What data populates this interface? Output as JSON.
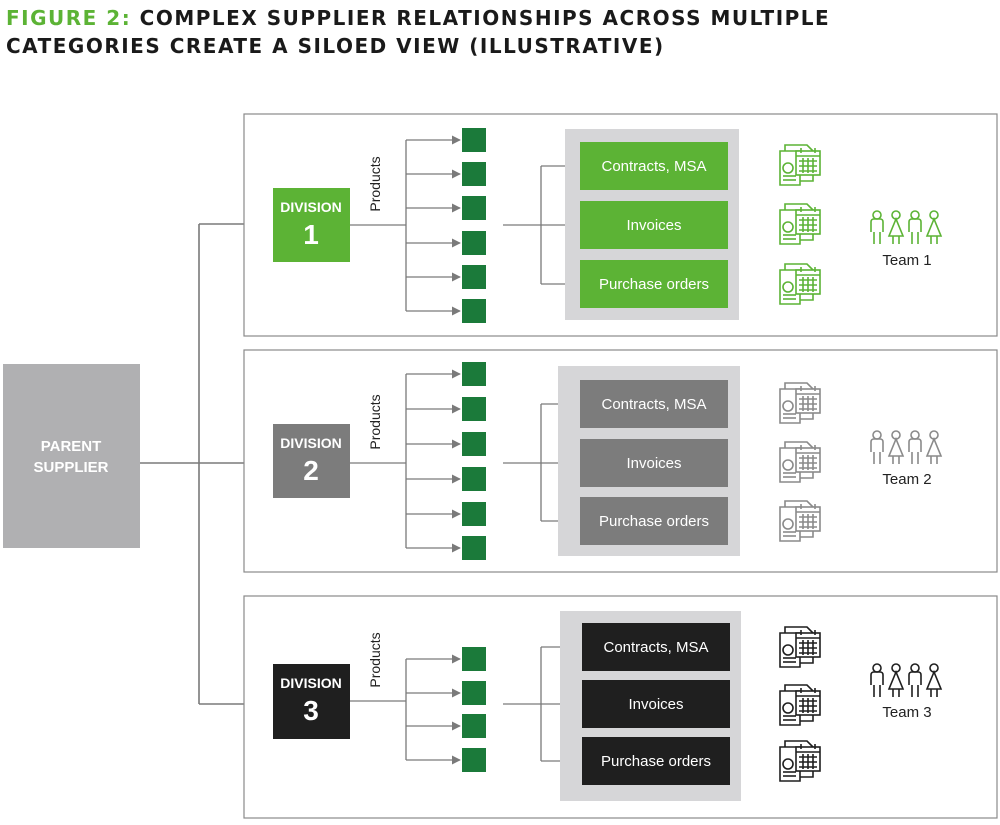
{
  "title": {
    "figure_label": "FIGURE 2:",
    "line1": "COMPLEX SUPPLIER RELATIONSHIPS ACROSS MULTIPLE",
    "line2": "CATEGORIES CREATE A SILOED VIEW (ILLUSTRATIVE)"
  },
  "parent": {
    "line1": "PARENT",
    "line2": "SUPPLIER"
  },
  "colors": {
    "accent_green": "#5cb335",
    "product_green": "#1b7a3a",
    "gray": "#7c7c7c",
    "dark": "#1f1f1f",
    "parent_gray": "#b0b0b2",
    "panel_gray": "#d6d6d8"
  },
  "divisions": [
    {
      "label": "DIVISION",
      "number": "1",
      "products_label": "Products",
      "docs": [
        "Contracts, MSA",
        "Invoices",
        "Purchase orders"
      ],
      "team": "Team 1",
      "icon": "contract-calendar-icon",
      "people_icon": "team-people-icon"
    },
    {
      "label": "DIVISION",
      "number": "2",
      "products_label": "Products",
      "docs": [
        "Contracts, MSA",
        "Invoices",
        "Purchase orders"
      ],
      "team": "Team 2",
      "icon": "contract-calendar-icon",
      "people_icon": "team-people-icon"
    },
    {
      "label": "DIVISION",
      "number": "3",
      "products_label": "Products",
      "docs": [
        "Contracts, MSA",
        "Invoices",
        "Purchase orders"
      ],
      "team": "Team 3",
      "icon": "contract-calendar-icon",
      "people_icon": "team-people-icon"
    }
  ]
}
